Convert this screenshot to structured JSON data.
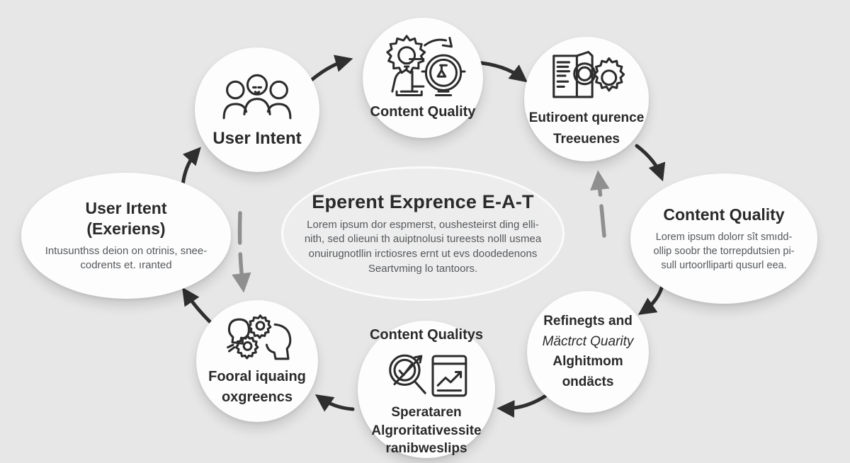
{
  "theme": {
    "background": "#e7e7e7",
    "node_fill": "#fdfdfd",
    "center_ellipse_fill": "#ededed",
    "text_dark": "#2a2a2a",
    "text_gray": "#55585c",
    "arrow_dark": "#2f2f2f",
    "arrow_gray": "#8f8f8f"
  },
  "diagram": {
    "type": "circular-flow",
    "direction": "clockwise"
  },
  "nodes": {
    "top_left": {
      "icon": "users-icon",
      "title": "User Intent"
    },
    "top_center": {
      "icon": "idea-gear-magnifier-icon",
      "title": "Content Quality"
    },
    "top_right": {
      "icon": "document-magnifier-gear-icon",
      "lines": [
        "Eutiroent qurence",
        "Treeuenes"
      ]
    },
    "right_ellipse": {
      "title": "Content Quality",
      "body": [
        "Lorem ipsum dolorr sît smıdd-",
        "ollip soobr the torrepdutsien pi-",
        "sull urtoorlliparti qusurl eea."
      ]
    },
    "bottom_right": {
      "lines": [
        "Refinegts and",
        "Mäctrct Quarity",
        "Alghitmom ondäcts"
      ]
    },
    "bottom_center": {
      "icon": "search-check-chart-icon",
      "title": "Content Qualitys",
      "lines": [
        "Sperataren",
        "Algroritativessite",
        "ranibweslips"
      ]
    },
    "bottom_left": {
      "icon": "heads-gears-icon",
      "lines": [
        "Fooral iquaing",
        "oxgreencs"
      ]
    },
    "left_ellipse": {
      "title_lines": [
        "User Irtent",
        "(Exeriens)"
      ],
      "body": [
        "Intusunthss deion on otrinis, snee-",
        "codrents et. ıranted"
      ]
    },
    "center_ellipse": {
      "title": "Eperent Exprence E-A-T",
      "body": [
        "Lorem ipsum dor espmerst, oushesteirst ding elli-",
        "nith, sed olieuni th auiptnolusi tureests nolll usmea",
        "onuirugnotllin irctiosres ernt ut evs doodedenons",
        "Seartvming lo tantoors."
      ]
    }
  }
}
